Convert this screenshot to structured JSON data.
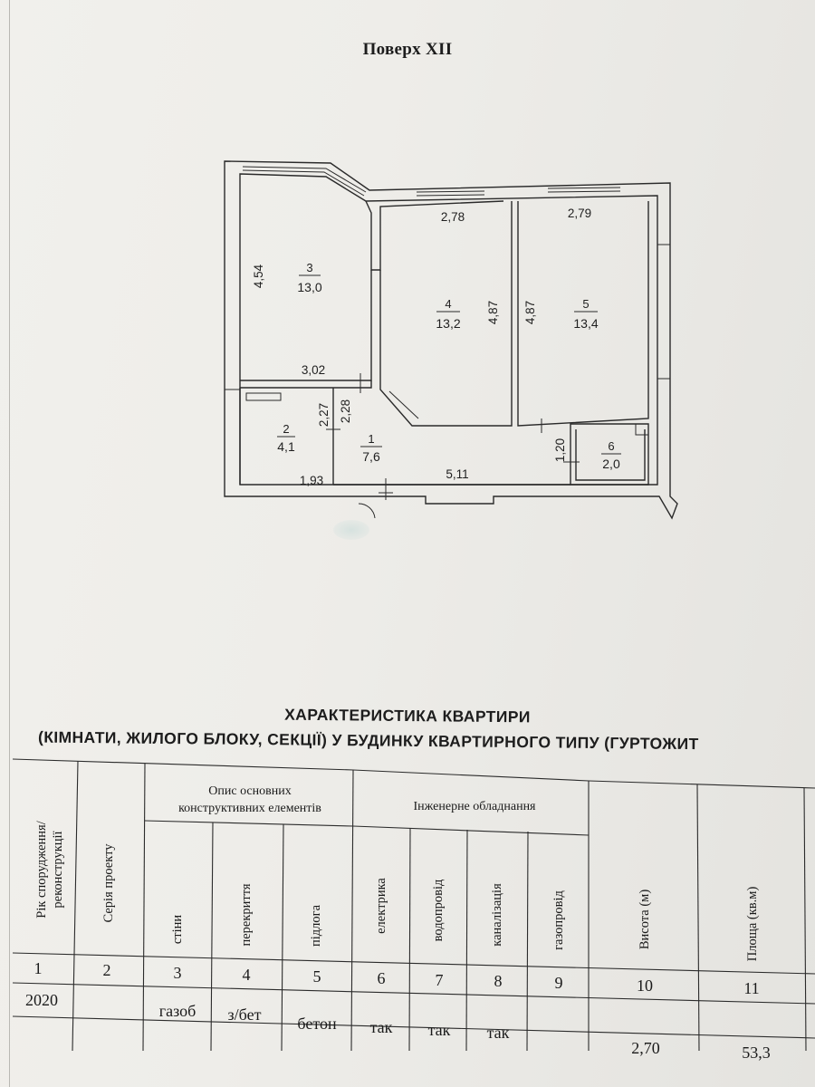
{
  "floor_title": "Поверх XII",
  "plan": {
    "dimensions": {
      "r3_height": "4,54",
      "r3_width": "3,02",
      "r4_width": "2,78",
      "r4_height": "4,87",
      "r5_width": "2,79",
      "r5_height": "4,87",
      "r2_height": "2,27",
      "r1_height": "2,28",
      "r2_width": "1,93",
      "r1_width": "5,11",
      "r6_height": "1,20"
    },
    "rooms": [
      {
        "number": "3",
        "area": "13,0"
      },
      {
        "number": "4",
        "area": "13,2"
      },
      {
        "number": "5",
        "area": "13,4"
      },
      {
        "number": "2",
        "area": "4,1"
      },
      {
        "number": "1",
        "area": "7,6"
      },
      {
        "number": "6",
        "area": "2,0"
      }
    ]
  },
  "heading": {
    "line1": "ХАРАКТЕРИСТИКА КВАРТИРИ",
    "line2": "(КІМНАТИ, ЖИЛОГО БЛОКУ, СЕКЦІЇ) У БУДИНКУ КВАРТИРНОГО ТИПУ (ГУРТОЖИТ"
  },
  "table": {
    "col_year": "Рік спорудження/ реконструкції",
    "col_series": "Серія проекту",
    "group_structure": [
      "Опис основних",
      "конструктивних елементів"
    ],
    "col_walls": "стіни",
    "col_floors": "перекриття",
    "col_flooring": "підлога",
    "group_engineering": "Інженерне обладнання",
    "col_electric": "електрика",
    "col_water": "водопровід",
    "col_sewer": "каналізація",
    "col_gas": "газопровід",
    "col_height": "Висота (м)",
    "col_area": "Площа (кв.м)",
    "numbers": [
      "1",
      "2",
      "3",
      "4",
      "5",
      "6",
      "7",
      "8",
      "9",
      "10",
      "11"
    ],
    "values": {
      "year": "2020",
      "walls": "газоб",
      "floors": "з/бет",
      "flooring": "бетон",
      "electric": "так",
      "water": "так",
      "sewer": "так",
      "height": "2,70",
      "area": "53,3"
    }
  }
}
